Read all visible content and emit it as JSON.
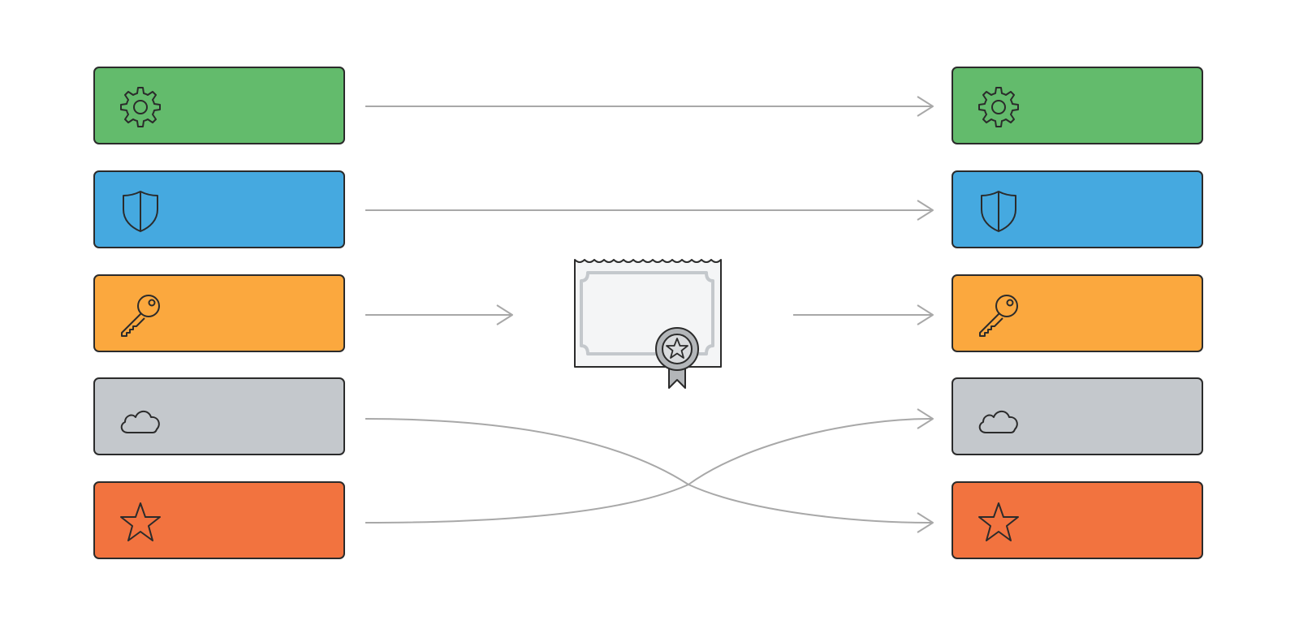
{
  "colors": {
    "green": "#63bb6c",
    "blue": "#45a9e0",
    "orange": "#fba83e",
    "gray": "#c4c8cc",
    "red_orange": "#f2733f",
    "outline": "#2b2b2b",
    "connector": "#a8a8a8"
  },
  "left_blocks": [
    {
      "icon": "gear-icon",
      "color": "#63bb6c"
    },
    {
      "icon": "shield-icon",
      "color": "#45a9e0"
    },
    {
      "icon": "key-icon",
      "color": "#fba83e"
    },
    {
      "icon": "cloud-icon",
      "color": "#c4c8cc"
    },
    {
      "icon": "star-icon",
      "color": "#f2733f"
    }
  ],
  "right_blocks": [
    {
      "icon": "gear-icon",
      "color": "#63bb6c"
    },
    {
      "icon": "shield-icon",
      "color": "#45a9e0"
    },
    {
      "icon": "key-icon",
      "color": "#fba83e"
    },
    {
      "icon": "cloud-icon",
      "color": "#c4c8cc"
    },
    {
      "icon": "star-icon",
      "color": "#f2733f"
    }
  ],
  "mappings": [
    {
      "from": "gear",
      "to": "gear",
      "via": "direct"
    },
    {
      "from": "shield",
      "to": "shield",
      "via": "direct"
    },
    {
      "from": "key",
      "to": "key",
      "via": "certificate-icon"
    },
    {
      "from": "cloud",
      "to": "star",
      "via": "crossing"
    },
    {
      "from": "star",
      "to": "cloud",
      "via": "crossing"
    }
  ]
}
